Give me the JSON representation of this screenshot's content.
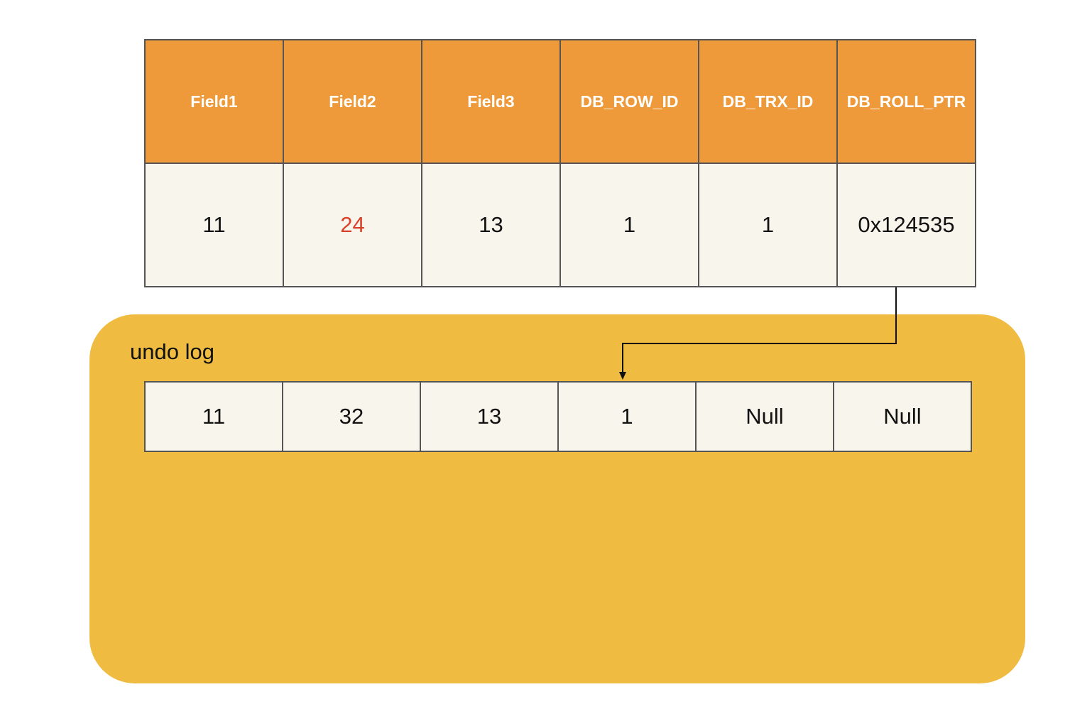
{
  "main_table": {
    "headers": [
      "Field1",
      "Field2",
      "Field3",
      "DB_ROW_ID",
      "DB_TRX_ID",
      "DB_ROLL_PTR"
    ],
    "row": [
      "11",
      "24",
      "13",
      "1",
      "1",
      "0x124535"
    ]
  },
  "undo_log": {
    "label": "undo log",
    "row": [
      "11",
      "32",
      "13",
      "1",
      "Null",
      "Null"
    ]
  },
  "colors": {
    "header_bg": "#ef9a3a",
    "cell_bg": "#f8f6ec",
    "undo_bg": "#efbb41",
    "highlight_text": "#d9402a"
  }
}
